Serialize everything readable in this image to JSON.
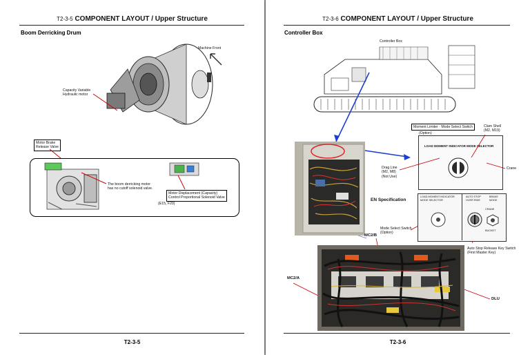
{
  "left_page": {
    "header_num": "T2-3-5",
    "header_title": "COMPONENT LAYOUT / Upper Structure",
    "section": "Boom Derricking Drum",
    "labels": {
      "machine_front": "Machine Front",
      "capacity_motor": "Capacity Variable\nHydraulic motor",
      "motor_brake": "Motor Brake\nRelease Valve",
      "no_cutoff": "The boom derricking motor\nhas no cutoff solenoid valve.",
      "displacement": "Motor Displacement (Capacity)\nControl Proportional Solenoid Valve",
      "models": "(E15, F20)"
    },
    "footer": "T2-3-5"
  },
  "right_page": {
    "header_num": "T2-3-6",
    "header_title": "COMPONENT LAYOUT / Upper Structure",
    "section": "Controller Box",
    "labels": {
      "controller_box": "Controller Box",
      "moment_limiter": "Moment Limiter · Mode Select Switch",
      "option": "(Option)",
      "clam_shell": "Clam Shell\n(M2, M19)",
      "drag_line": "Drag Line\n(M2, M8)\n(Not Use)",
      "crane": "Crane",
      "en_spec": "EN Specification",
      "mode_select": "Mode Select Switch\n(Option)",
      "mc2b": "MC2/B",
      "mc2a": "MC2/A",
      "auto_stop": "Auto Stop Release Key Switch\n(First Master Key)",
      "dlu": "DLU",
      "lmi_title": "LOAD MOMENT INDICATOR MODE SELECTOR",
      "panel_label_1": "LOAD MOMENT INDICATOR\nMODE SELECTOR",
      "panel_label_2": "AUTO STOP\nOVER RIDE",
      "panel_label_3": "BRAKE\nMODE",
      "crane_small": "CRANE",
      "bucket_small": "BUCKET"
    },
    "footer": "T2-3-6"
  }
}
